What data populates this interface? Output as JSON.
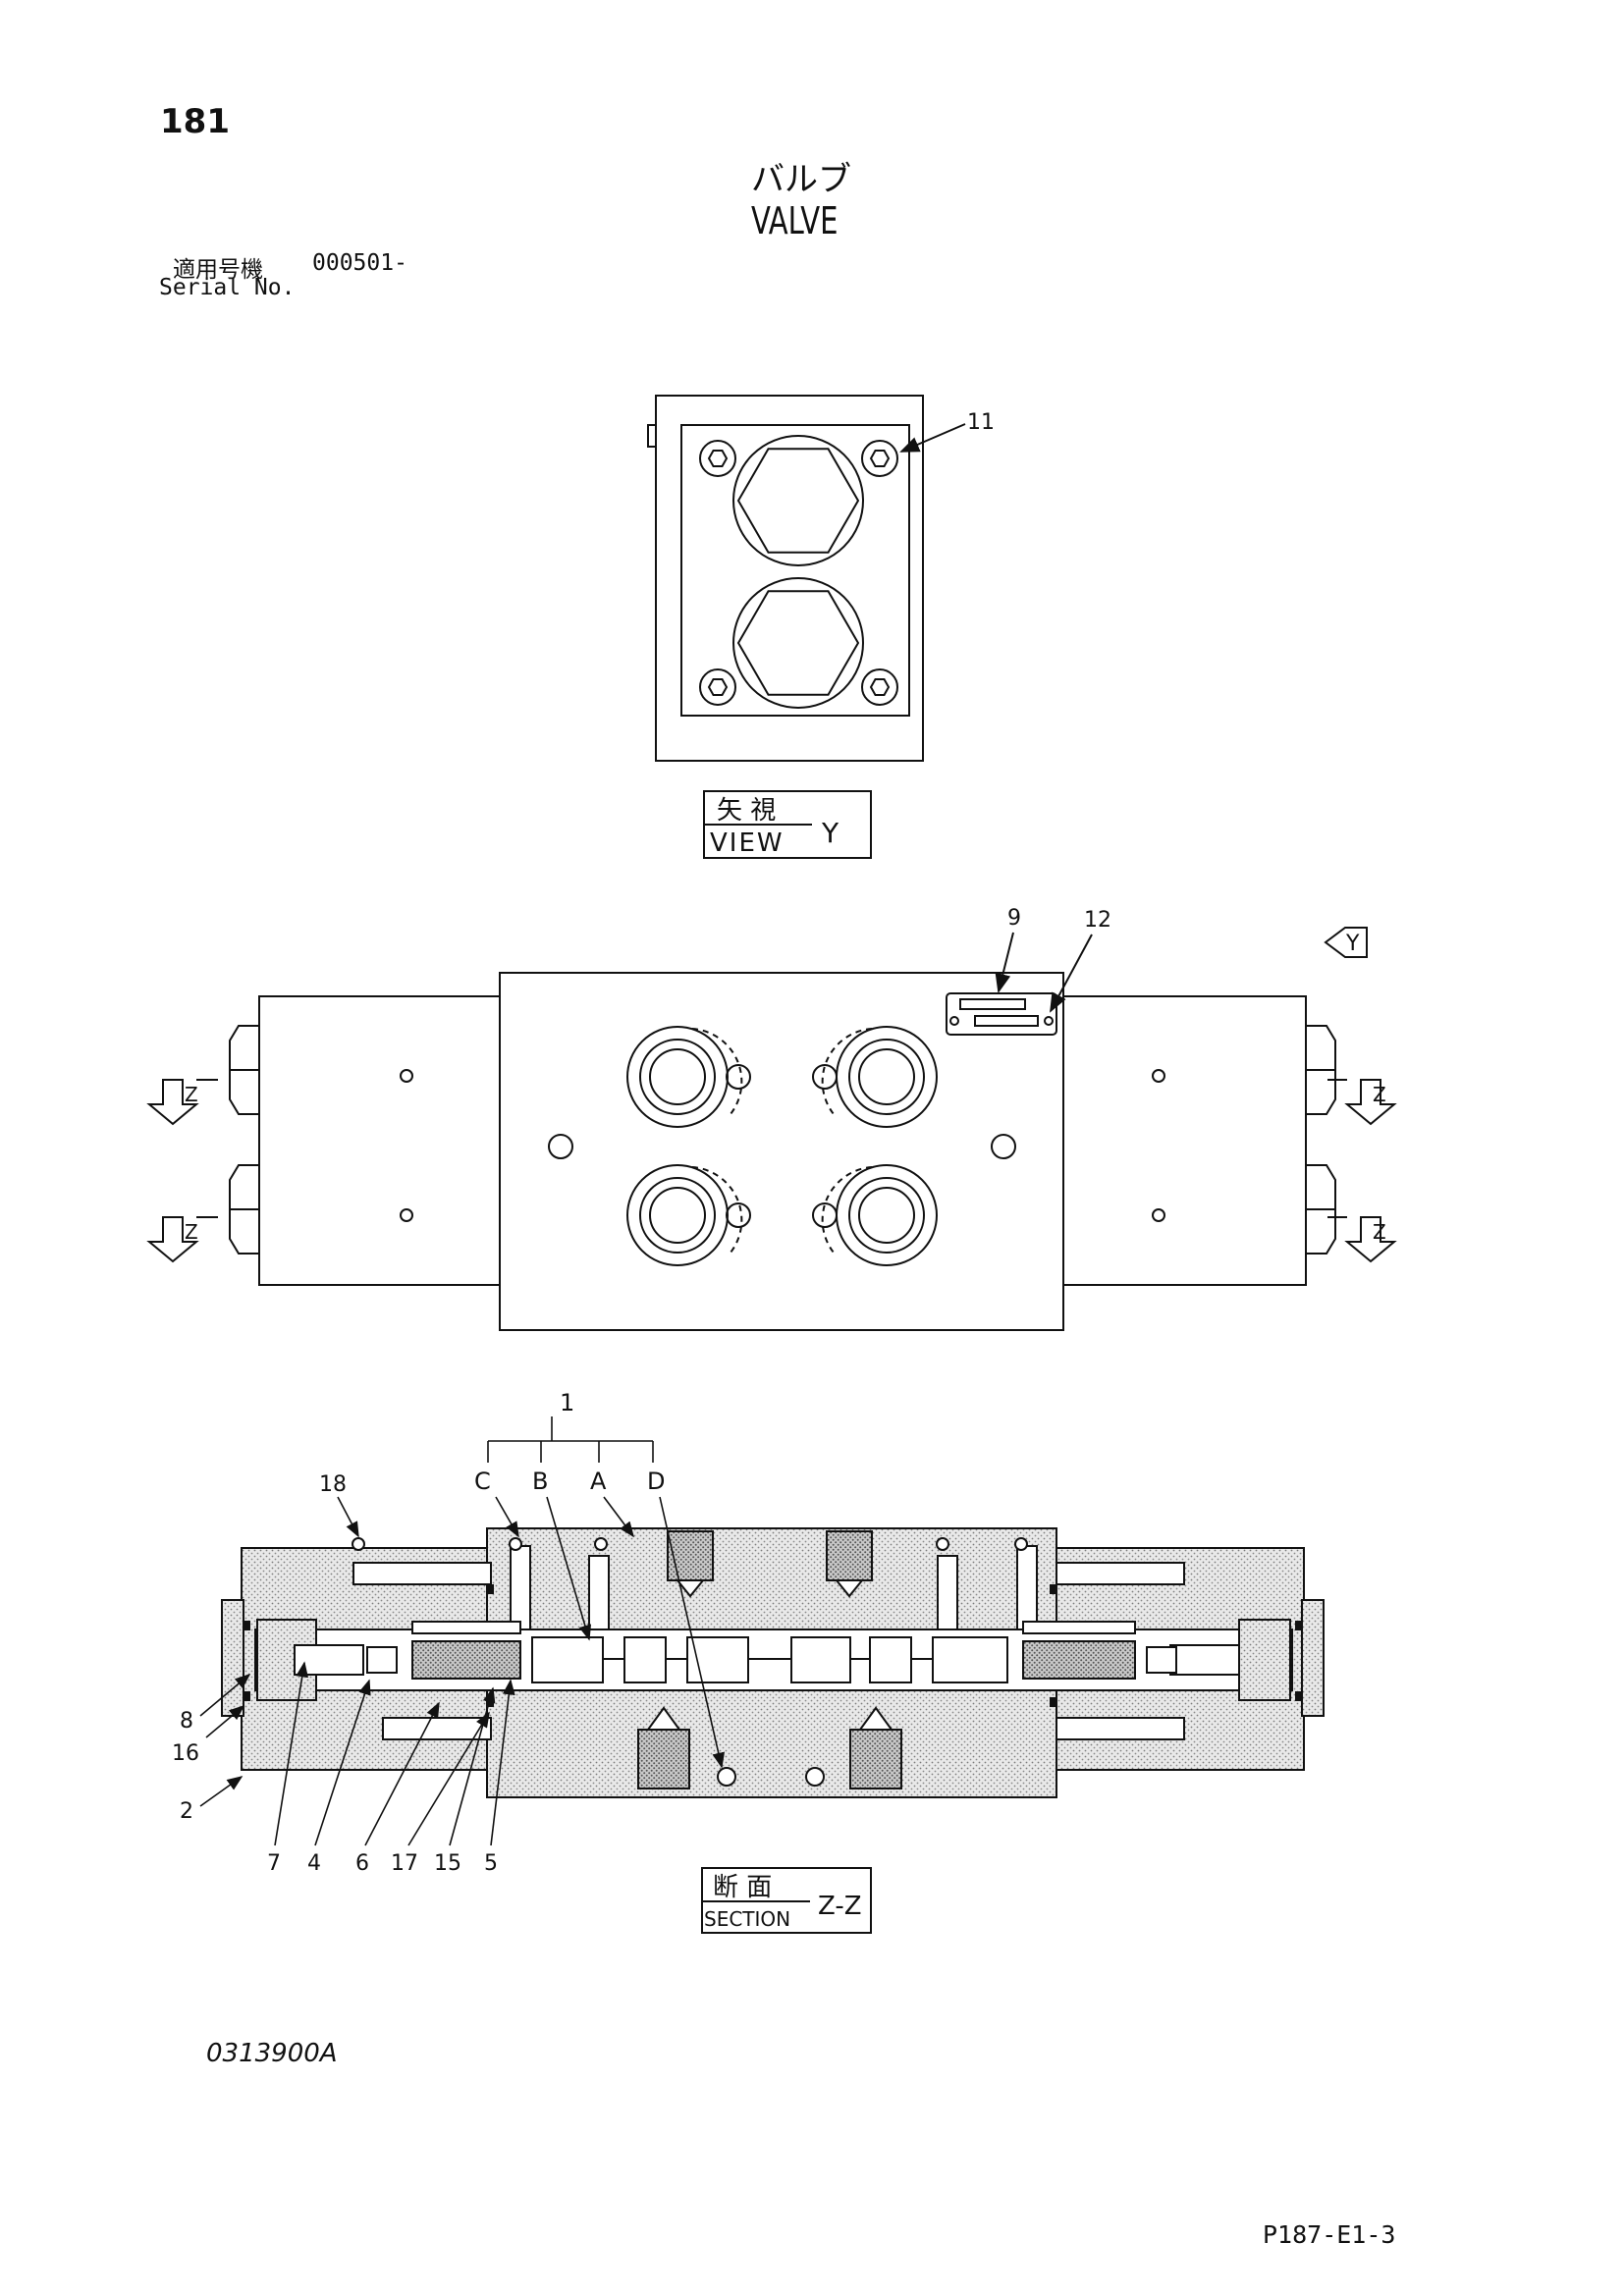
{
  "header": {
    "page_number": "181",
    "title_jp": "バルブ",
    "title_en": "VALVE",
    "serial_label_jp": "適用号機",
    "serial_value": "000501-",
    "serial_label_en": "Serial No."
  },
  "views": {
    "view_y": {
      "label_jp": "矢 視",
      "label_en": "VIEW",
      "letter": "Y"
    },
    "section_zz": {
      "label_jp": "断 面",
      "label_en": "SECTION",
      "letter": "Z-Z"
    },
    "arrow_y": "Y",
    "arrow_z": "Z"
  },
  "callouts": {
    "top_view": [
      "11"
    ],
    "side_view": [
      "9",
      "12"
    ],
    "section_group": "1",
    "section_letters": [
      "C",
      "B",
      "A",
      "D"
    ],
    "section_left": [
      "18",
      "8",
      "16",
      "2"
    ],
    "section_bottom": [
      "7",
      "4",
      "6",
      "17",
      "15",
      "5"
    ]
  },
  "footer": {
    "drawing_code": "0313900A",
    "page_code": "P187-E1-3"
  }
}
